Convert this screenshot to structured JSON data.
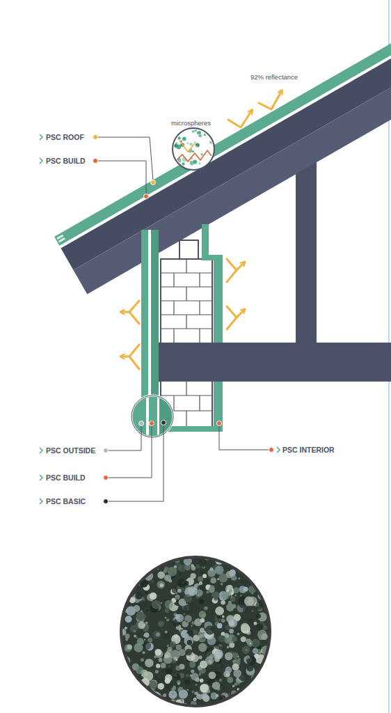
{
  "diagram": {
    "labels": [
      "92% reflectance",
      "microspheres",
      "PSC ROOF",
      "PSC BUILD",
      "PSC OUTSIDE",
      "PSC BUILD",
      "PSC BASIC",
      "PSC INTERIOR"
    ]
  }
}
